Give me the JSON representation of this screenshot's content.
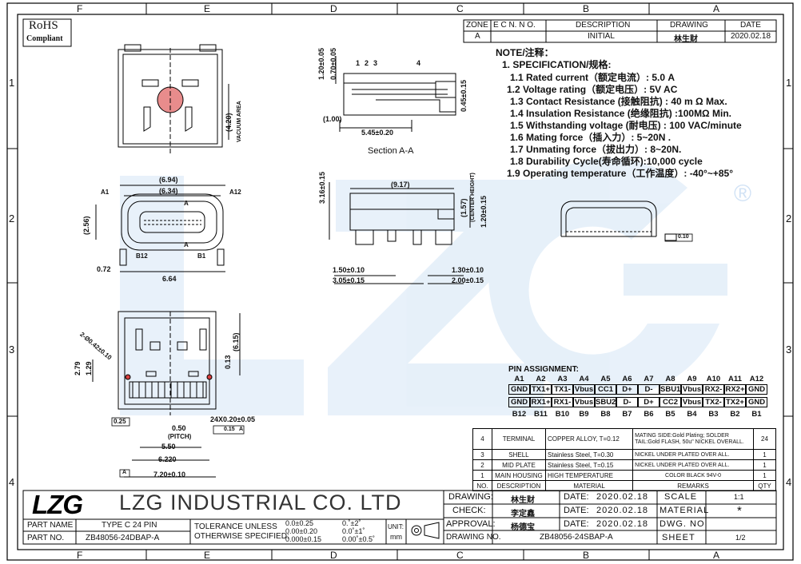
{
  "grid": {
    "cols_top": [
      "F",
      "E",
      "D",
      "C",
      "B",
      "A"
    ],
    "cols_bottom": [
      "F",
      "E",
      "D",
      "C",
      "B",
      "A"
    ],
    "rows_left": [
      "1",
      "2",
      "3",
      "4"
    ],
    "rows_right": [
      "1",
      "2",
      "3",
      "4"
    ]
  },
  "rohs": {
    "line1": "RoHS",
    "line2": "Compliant"
  },
  "revision": {
    "headers": [
      "ZONE",
      "E C N. N O.",
      "DESCRIPTION",
      "DRAWING",
      "DATE"
    ],
    "row": [
      "A",
      "",
      "INITIAL",
      "林生财",
      "2020.02.18"
    ]
  },
  "notes": {
    "title": "NOTE/注释：",
    "spec_title": "1. SPECIFICATION/规格:",
    "items": [
      "1.1  Rated current（额定电流）: 5.0 A",
      "1.2 Voltage rating（额定电压）: 5V AC",
      "1.3  Contact Resistance (接触阻抗) : 40 m Ω Max.",
      "1.4  Insulation Resistance (绝缘阻抗) :100MΩ Min.",
      "1.5  Withstanding voltage (耐电压) : 100 VAC/minute",
      "1.6  Mating force（插入力）: 5~20N .",
      "1.7  Unmating force（拔出力）: 8~20N.",
      "1.8  Durability Cycle(寿命循环):10,000  cycle",
      "1.9 Operating temperature（工作温度）: -40°~+85°"
    ]
  },
  "dims": {
    "d120": "1.20±0.05",
    "d070": "0.70±0.05",
    "d100": "(1.00)",
    "d545": "5.45±0.20",
    "d045": "0.45±0.15",
    "callouts": [
      "1",
      "2",
      "3",
      "4"
    ],
    "section": "Section A-A",
    "vacuum": "VACUUM AREA",
    "d420": "(4.20)",
    "d694": "(6.94)",
    "d634": "(6.34)",
    "d256": "(2.56)",
    "d072": "0.72",
    "d664": "6.64",
    "a1": "A1",
    "a12": "A12",
    "b12": "B12",
    "b1": "B1",
    "a_top": "A",
    "a_bot": "A",
    "d316": "3.16±0.15",
    "d917": "(9.17)",
    "d157": "(1.57)",
    "center": "(CENTER HEIGHT)",
    "d120b": "1.20±0.15",
    "d150": "1.50±0.10",
    "d305": "3.05±0.15",
    "d130": "1.30±0.10",
    "d200": "2.00±0.15",
    "d2r": "2-Ø0.42±0.10",
    "d279": "2.79",
    "d129": "1.29",
    "d615": "(6.15)",
    "d013": "0.13",
    "d025": "0.25",
    "d050": "0.50",
    "pitch": "(PITCH)",
    "d24x": "24X0.20±0.05",
    "tol1": "0.15",
    "tol1_ref": "A",
    "d550": "5.50",
    "d622": "6.220",
    "d720": "7.20±0.10",
    "datumA": "A",
    "flat": "0.10"
  },
  "pins": {
    "title": "PIN ASSIGNMENT:",
    "a_labels": [
      "A1",
      "A2",
      "A3",
      "A4",
      "A5",
      "A6",
      "A7",
      "A8",
      "A9",
      "A10",
      "A11",
      "A12"
    ],
    "a_signals": [
      "GND",
      "TX1+",
      "TX1-",
      "Vbus",
      "CC1",
      "D+",
      "D-",
      "SBU1",
      "Vbus",
      "RX2-",
      "RX2+",
      "GND"
    ],
    "b_signals": [
      "GND",
      "RX1+",
      "RX1-",
      "Vbus",
      "SBU2",
      "D-",
      "D+",
      "CC2",
      "Vbus",
      "TX2-",
      "TX2+",
      "GND"
    ],
    "b_labels": [
      "B12",
      "B11",
      "B10",
      "B9",
      "B8",
      "B7",
      "B6",
      "B5",
      "B4",
      "B3",
      "B2",
      "B1"
    ]
  },
  "bom": {
    "rows": [
      [
        "4",
        "TERMINAL",
        "COPPER ALLOY, T=0.12",
        "MATING SIDE:Gold Plating; SOLDER TAIL:Gold FLASH, 50u\" NICKEL OVERALL.",
        "24"
      ],
      [
        "3",
        "SHELL",
        "Stainless Steel, T=0.30",
        "NICKEL UNDER PLATED OVER ALL.",
        "1"
      ],
      [
        "2",
        "MID PLATE",
        "Stainless Steel, T=0.15",
        "NICKEL UNDER PLATED OVER ALL.",
        "1"
      ],
      [
        "1",
        "MAIN HOUSING",
        "HIGH TEMPERATURE",
        "COLOR BLACK 94V-0",
        "1"
      ]
    ],
    "headers": [
      "NO.",
      "DESCRIPTION",
      "MATERIAL",
      "REMARKS",
      "QTY"
    ]
  },
  "title": {
    "logo": "LZG",
    "company": "LZG  INDUSTRIAL  CO.  LTD",
    "part_name_label": "PART NAME",
    "part_name": "TYPE C 24 PIN",
    "part_no_label": "PART NO.",
    "part_no": "ZB48056-24DBAP-A",
    "tol_label1": "TOLERANCE UNLESS",
    "tol_label2": "OTHERWISE SPECIFIED:",
    "tol_lin": [
      "0.0±0.25",
      "0.00±0.20",
      "0.000±0.15"
    ],
    "tol_ang": [
      "0.˚±2˚",
      "0.0˚±1˚",
      "0.00˚±0.5˚"
    ],
    "unit_label": "UNIT:",
    "unit": "mm",
    "drawing_label": "DRAWING:",
    "drawing_by": "林生财",
    "check_label": "CHECK:",
    "check_by": "李定鑫",
    "approval_label": "APPROVAL:",
    "approval_by": "杨德宝",
    "date_label": "DATE:",
    "date1": "2020.02.18",
    "date2": "2020.02.18",
    "date3": "2020.02.18",
    "scale_label": "SCALE",
    "scale": "1:1",
    "material_label": "MATERIAL",
    "material": "*",
    "dwgno_label": "DWG. NO.",
    "drawing_no_label": "DRAWING NO.",
    "drawing_no": "ZB48056-24SBAP-A",
    "sheet_label": "SHEET",
    "sheet": "1/2"
  },
  "watermark": {
    "reg": "®"
  }
}
